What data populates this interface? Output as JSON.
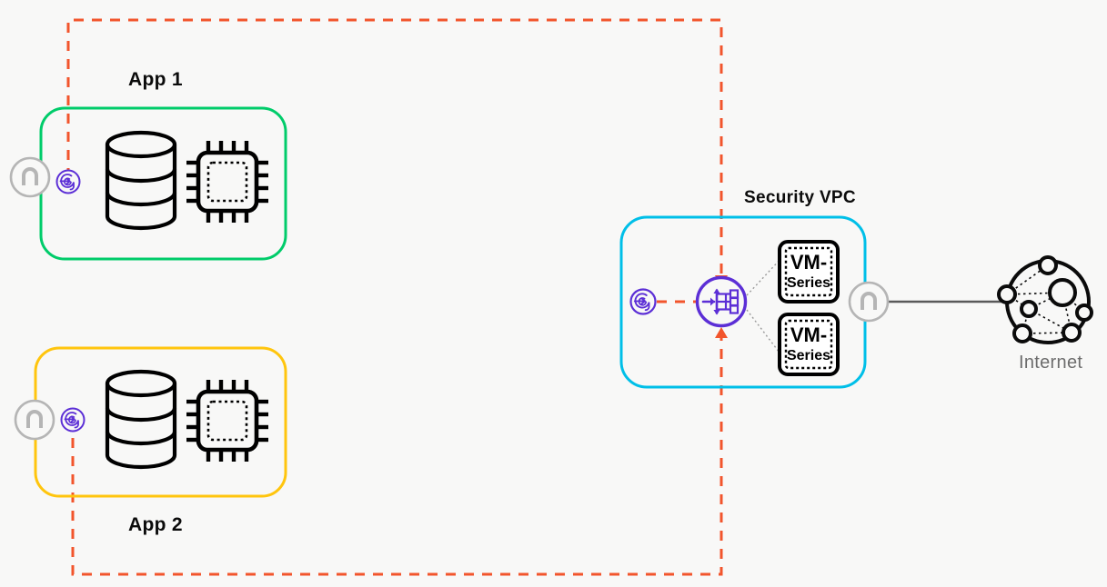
{
  "diagram": {
    "title_hidden": "",
    "colors": {
      "background": "#f8f8f7",
      "orange_dashed": "#f2552c",
      "green_app1": "#00cc6a",
      "yellow_app2": "#ffc50d",
      "cyan_vpc": "#00bfe8",
      "purple_icon": "#5c2fd6",
      "gray_gateway": "#b5b5b5",
      "dark_line": "#5a5a5a",
      "text": "#0b0b0b",
      "muted_text": "#6d6d6d"
    },
    "groups": [
      {
        "id": "app1",
        "label": "App 1",
        "label_position": "top",
        "border_color": "#00cc6a",
        "icons": [
          "database-icon",
          "cpu-chip-icon"
        ],
        "attached": [
          "gateway-icon",
          "cloud-ngfw-icon"
        ]
      },
      {
        "id": "app2",
        "label": "App 2",
        "label_position": "bottom",
        "border_color": "#ffc50d",
        "icons": [
          "database-icon",
          "cpu-chip-icon"
        ],
        "attached": [
          "gateway-icon",
          "cloud-ngfw-icon"
        ]
      },
      {
        "id": "security-vpc",
        "label": "Security VPC",
        "label_position": "top",
        "border_color": "#00bfe8",
        "icons": [
          "cloud-ngfw-icon",
          "load-balancer-icon",
          "gateway-icon"
        ],
        "firewalls": [
          {
            "line1": "VM-",
            "line2": "Series"
          },
          {
            "line1": "VM-",
            "line2": "Series"
          }
        ]
      }
    ],
    "internet": {
      "label": "Internet",
      "icon": "internet-network-icon"
    },
    "connections": [
      {
        "from": "app1",
        "to": "security-vpc",
        "style": "dashed",
        "color": "#f2552c"
      },
      {
        "from": "app2",
        "to": "security-vpc",
        "style": "dashed",
        "color": "#f2552c"
      },
      {
        "from": "cloud-ngfw-icon",
        "to": "load-balancer-icon",
        "style": "dashed",
        "color": "#f2552c"
      },
      {
        "from": "load-balancer-icon",
        "to": "vm-series-1",
        "style": "dotted",
        "color": "#9a9a9a"
      },
      {
        "from": "load-balancer-icon",
        "to": "vm-series-2",
        "style": "dotted",
        "color": "#9a9a9a"
      },
      {
        "from": "security-vpc-gateway",
        "to": "internet",
        "style": "solid",
        "color": "#5a5a5a"
      }
    ]
  }
}
